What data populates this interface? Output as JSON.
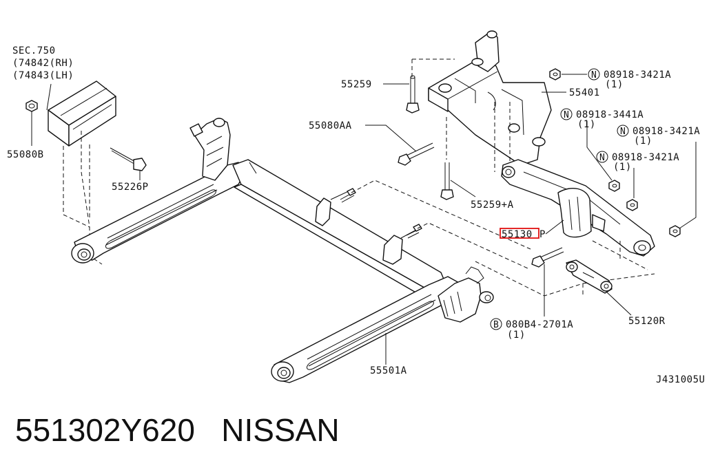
{
  "diagram": {
    "sec_ref": [
      "SEC.750",
      "(74842(RH)",
      "(74843(LH)"
    ],
    "labels": {
      "p55080B": "55080B",
      "p55226P": "55226P",
      "p55259": "55259",
      "p55080AA": "55080AA",
      "p55259A": "55259+A",
      "p55401": "55401",
      "p55130P_num": "55130",
      "p55130P_suffix": "P",
      "p55120R": "55120R",
      "p55501A": "55501A",
      "p08918_3421A_1": "08918-3421A",
      "p08918_3421A_1_qty": "(1)",
      "p08918_3441A": "08918-3441A",
      "p08918_3441A_qty": "(1)",
      "p08918_3421A_2": "08918-3421A",
      "p08918_3421A_2_qty": "(1)",
      "p08918_3421A_3": "08918-3421A",
      "p08918_3421A_3_qty": "(1)",
      "p080B4_2701A": "080B4-2701A",
      "p080B4_2701A_qty": "(1)",
      "diagram_code": "J431005U"
    },
    "callout_symbols": {
      "nut": "N",
      "bolt": "B"
    },
    "highlight_color": "#e01010",
    "line_color": "#111111"
  },
  "caption": {
    "part_number": "551302Y620",
    "brand": "NISSAN"
  }
}
